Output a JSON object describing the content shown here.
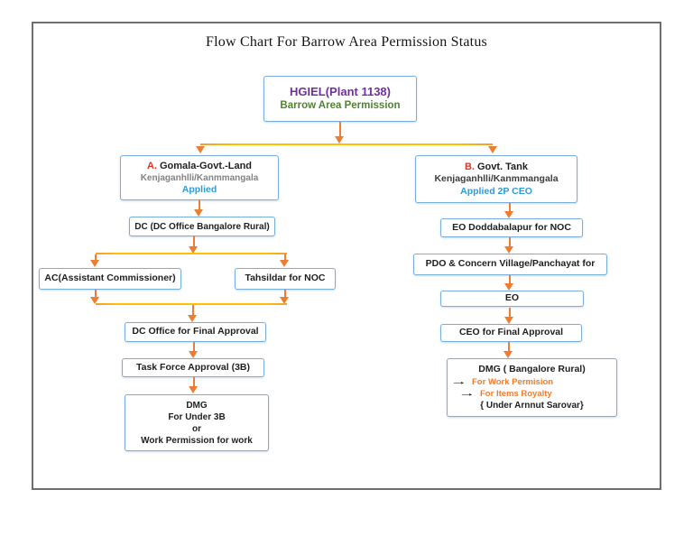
{
  "title": "Flow Chart For Barrow Area Permission Status",
  "colors": {
    "arrow_orange": "#ED7D31",
    "line_yellow": "#FFC000",
    "node_border_blue": "#79ADDC",
    "letter_red": "#E03226",
    "root_purple": "#7030A0",
    "root_green": "#538135",
    "status_blue": "#2E9BD6",
    "frame_gray": "#6E6E6E",
    "highlight_orange_text": "#ED7D31"
  },
  "nodes": {
    "root": {
      "line1": "HGIEL(Plant 1138)",
      "line2": "Barrow Area Permission"
    },
    "branch_a": {
      "letter": "A.",
      "name": "Gomala-Govt.-Land",
      "village": "Kenjaganhlli/Kanmmangala",
      "status": "Applied"
    },
    "dc": {
      "label": "DC (DC Office Bangalore Rural)"
    },
    "ac": {
      "label": "AC(Assistant Commissioner)"
    },
    "tahsildar": {
      "label": "Tahsildar for NOC"
    },
    "dc_office": {
      "label": "DC Office for Final Approval"
    },
    "task_force": {
      "label": "Task Force Approval (3B)"
    },
    "dmg_a": {
      "line1": "DMG",
      "line2": "For Under 3B",
      "line3": "or",
      "line4": "Work Permission for work"
    },
    "branch_b": {
      "letter": "B.",
      "name": "Govt. Tank",
      "village": "Kenjaganhlli/Kanmmangala",
      "status": "Applied 2P CEO"
    },
    "eo_doddabalapur": {
      "label": "EO Doddabalapur for NOC"
    },
    "pdo": {
      "label": "PDO & Concern Village/Panchayat for"
    },
    "eo": {
      "label": "EO"
    },
    "ceo": {
      "label": "CEO for Final Approval"
    },
    "dmg_b": {
      "line1": "DMG ( Bangalore Rural)",
      "arrow_icon": "→",
      "item1": "For Work Permision",
      "item2": "For Items Royalty",
      "line4": "{ Under Arnnut Sarovar}"
    }
  }
}
